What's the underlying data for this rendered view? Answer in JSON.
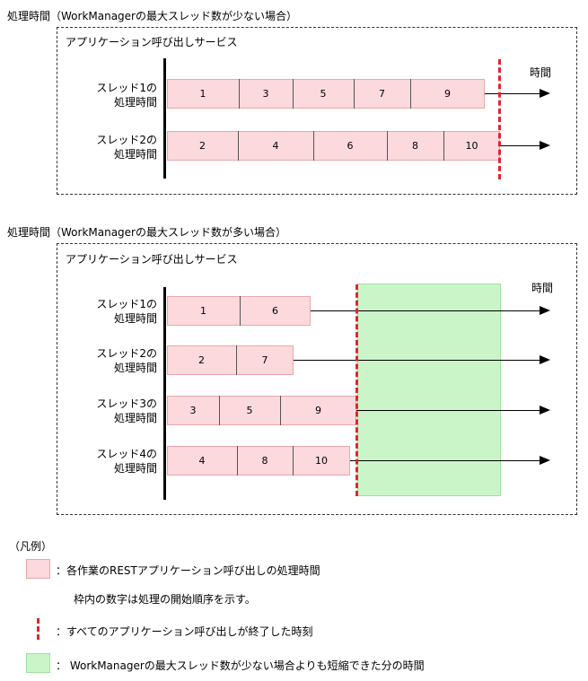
{
  "section1": {
    "title": "処理時間（WorkManagerの最大スレッド数が少ない場合）",
    "box_label": "アプリケーション呼び出しサービス",
    "time_label": "時間",
    "threads": [
      {
        "label_line1": "スレッド1の",
        "label_line2": "処理時間",
        "segments": [
          "1",
          "3",
          "5",
          "7",
          "9"
        ]
      },
      {
        "label_line1": "スレッド2の",
        "label_line2": "処理時間",
        "segments": [
          "2",
          "4",
          "6",
          "8",
          "10"
        ]
      }
    ]
  },
  "section2": {
    "title": "処理時間（WorkManagerの最大スレッド数が多い場合）",
    "box_label": "アプリケーション呼び出しサービス",
    "time_label": "時間",
    "threads": [
      {
        "label_line1": "スレッド1の",
        "label_line2": "処理時間",
        "segments": [
          "1",
          "6"
        ]
      },
      {
        "label_line1": "スレッド2の",
        "label_line2": "処理時間",
        "segments": [
          "2",
          "7"
        ]
      },
      {
        "label_line1": "スレッド3の",
        "label_line2": "処理時間",
        "segments": [
          "3",
          "5",
          "9"
        ]
      },
      {
        "label_line1": "スレッド4の",
        "label_line2": "処理時間",
        "segments": [
          "4",
          "8",
          "10"
        ]
      }
    ]
  },
  "legend": {
    "title": "（凡例）",
    "pink": "：各作業のRESTアプリケーション呼び出しの処理時間",
    "pink_note": "枠内の数字は処理の開始順序を示す。",
    "red": "：すべてのアプリケーション呼び出しが終了した時刻",
    "green": "： WorkManagerの最大スレッド数が少ない場合よりも短縮できた分の時間"
  },
  "colors": {
    "pink_fill": "#fbd9dc",
    "red_dash": "#e0262d",
    "green_fill": "#c9f5c9"
  }
}
